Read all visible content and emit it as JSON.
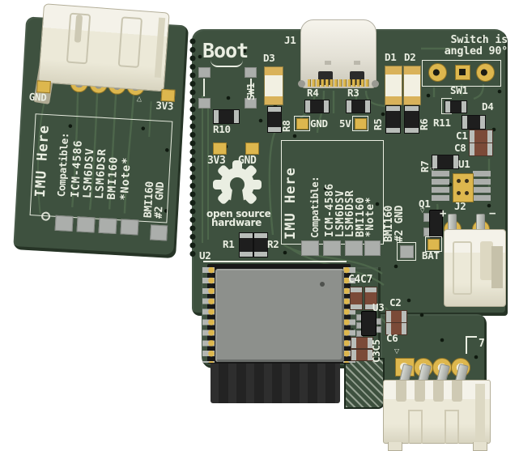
{
  "colors": {
    "bg": "#ffffff",
    "board": "#3e513f",
    "edge": "#1d2a1e",
    "trace": "#4d664b",
    "silk": "#eaeee2",
    "gold": "#ddb74e",
    "padgray": "#abaeab",
    "cream": "#ece9d8",
    "black": "#1e1e1e",
    "brown": "#7b4a38",
    "shield": "#8d908c"
  },
  "imu_note": {
    "title": "IMU Here",
    "compatible": "Compatible:",
    "chips": [
      "ICM-4586",
      "LSM6DSV",
      "LSM6DSR",
      "BMI160",
      "*Note*"
    ],
    "footnote_line1": "BMI160",
    "footnote_line2": "#2 GND"
  },
  "left_board": {
    "gnd_pad": "GND",
    "v33_pad": "3V3",
    "pin1_marker": "△"
  },
  "main_board": {
    "boot": "Boot",
    "refs": {
      "sw1_btn": "SW1",
      "d3": "D3",
      "r10": "R10",
      "r8": "R8",
      "j1": "J1",
      "r4": "R4",
      "r3": "R3",
      "d1": "D1",
      "d2": "D2",
      "r5": "R5",
      "r6": "R6",
      "sw1": "SW1",
      "d4": "D4",
      "r11": "R11",
      "c1": "C1",
      "c8": "C8",
      "r7": "R7",
      "u1": "U1",
      "q1": "Q1",
      "j2": "J2",
      "r1": "R1",
      "r2": "R2",
      "u2": "U2",
      "c4c7": "C4C7",
      "u3": "U3",
      "c2": "C2",
      "c6": "C6",
      "c3c5": "C3C5",
      "j7": "7"
    },
    "pads": {
      "gnd1": "GND",
      "v5": "5V",
      "v33": "3V3",
      "gnd2": "GND",
      "bat": "BAT"
    },
    "notes": {
      "switch_line1": "Switch is",
      "switch_line2": "angled 90°"
    },
    "oshw": {
      "line1": "open source",
      "line2": "hardware"
    },
    "j2_plus": "+",
    "j2_minus": "−",
    "pin1_marker": "▽"
  }
}
